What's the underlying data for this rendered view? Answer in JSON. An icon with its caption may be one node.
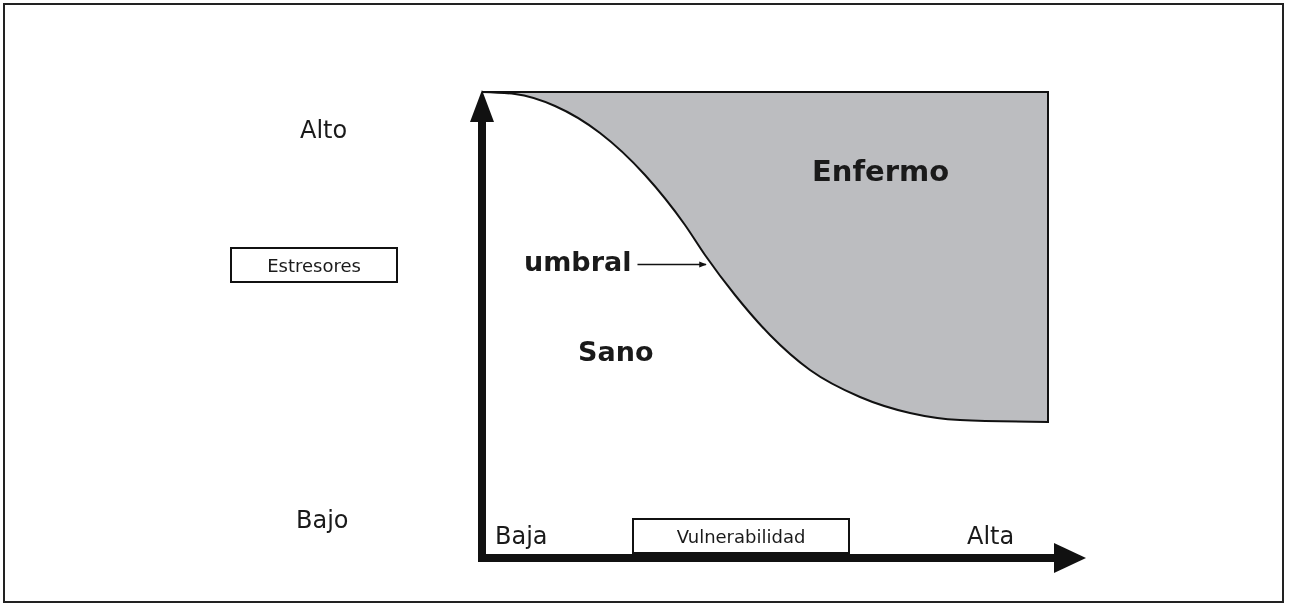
{
  "diagram": {
    "nodes": [
      {
        "text": [
          "Enfermo"
        ]
      },
      {
        "text": [
          "umbral"
        ]
      },
      {
        "text": [
          "Estresores"
        ]
      },
      {
        "text": [
          "Vulnerabilidad"
        ]
      }
    ],
    "edges": [
      {
        "from": 1,
        "to": 0,
        "arrow": "to"
      }
    ],
    "labels": [
      "Alto",
      "Sano",
      "Bajo",
      "Baja",
      "Alta"
    ]
  }
}
